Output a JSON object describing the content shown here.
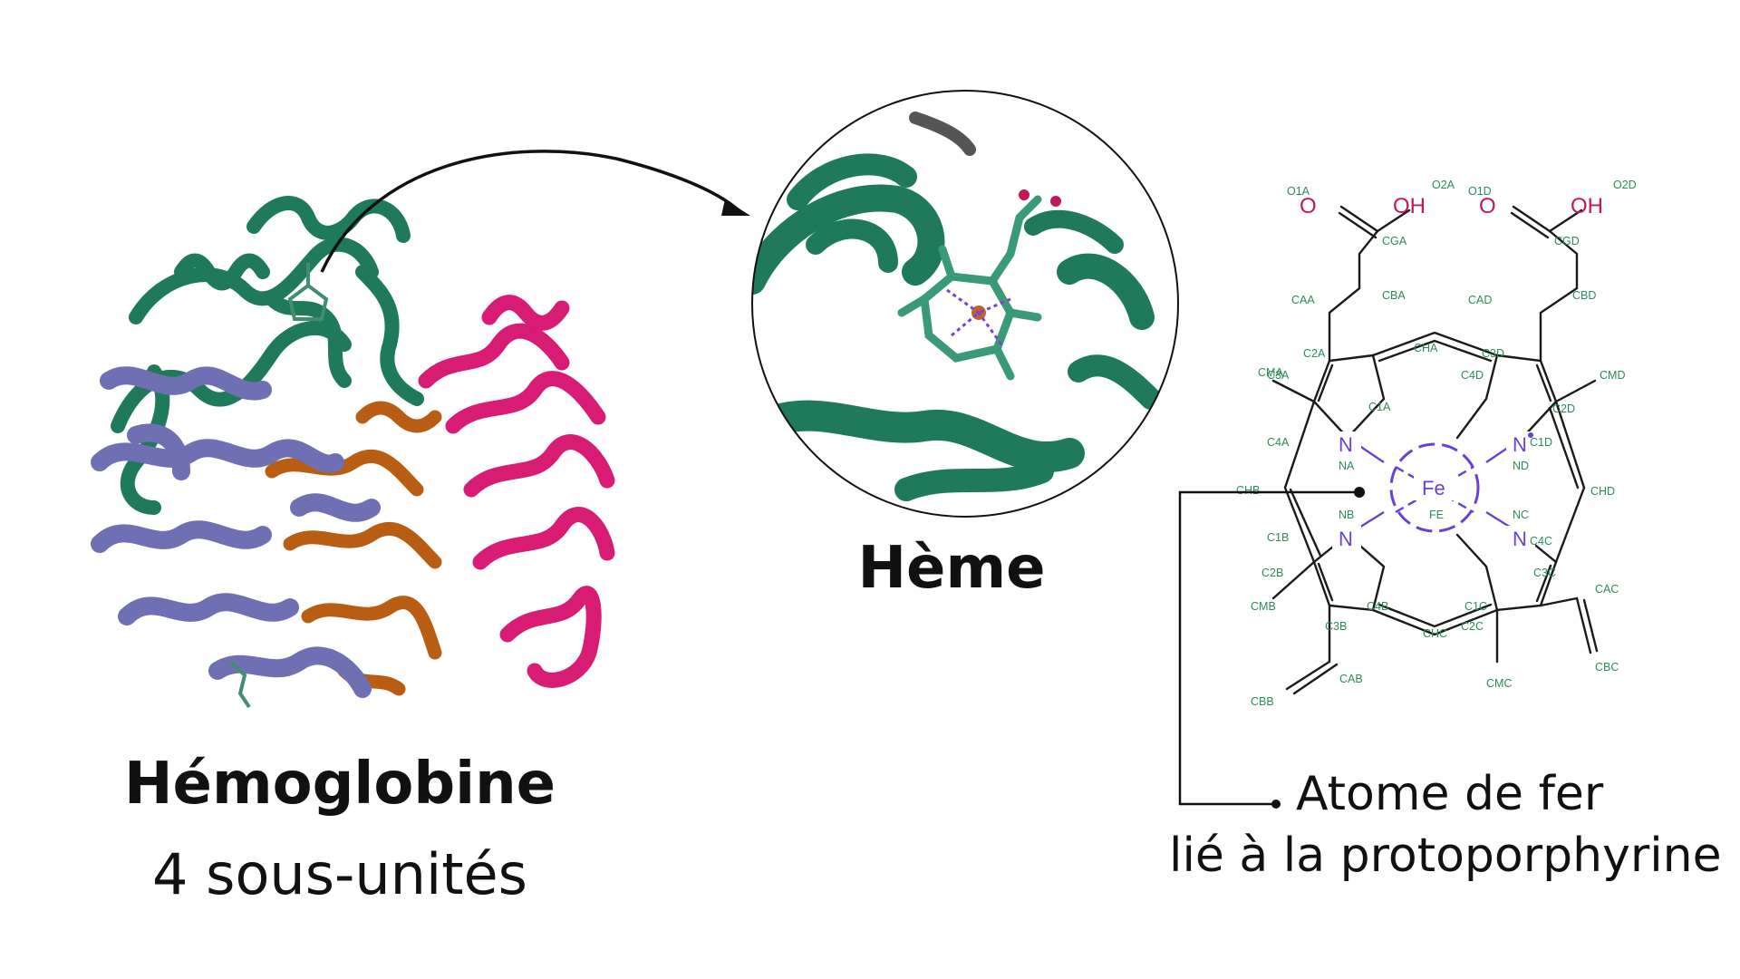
{
  "hemoglobin": {
    "title": "Hémoglobine",
    "subtitle": "4 sous-unités",
    "colors": {
      "chain_a": "#1f7a5c",
      "chain_b": "#6f6fb3",
      "chain_c": "#b85d12",
      "chain_d": "#d81b73"
    }
  },
  "heme": {
    "title": "Hème"
  },
  "iron_callout": {
    "line1": "Atome de fer",
    "line2": "lié à la protoporphyrine"
  },
  "structure": {
    "iron": "Fe",
    "iron_atom": "FE",
    "nitrogen": "N",
    "oxygen": "O",
    "hydroxyl": "OH",
    "atoms": [
      "O1A",
      "O2A",
      "O1D",
      "O2D",
      "CGA",
      "CGD",
      "CAA",
      "CBA",
      "CAD",
      "CBD",
      "C2A",
      "C3D",
      "CHA",
      "CMA",
      "C3A",
      "C4D",
      "CMD",
      "C2D",
      "C1A",
      "C4A",
      "NA",
      "ND",
      "C1D",
      "CHB",
      "CHD",
      "NB",
      "NC",
      "FE",
      "C1B",
      "C4C",
      "C2B",
      "C3C",
      "CAC",
      "CMB",
      "C4B",
      "C1C",
      "C3B",
      "CHC",
      "C2C",
      "CAB",
      "CBC",
      "CMC",
      "CBB"
    ],
    "colors": {
      "bond": "#1a1a1a",
      "label": "#2e8b57",
      "oxygen": "#c2185b",
      "nitrogen": "#6a3fd8"
    }
  }
}
